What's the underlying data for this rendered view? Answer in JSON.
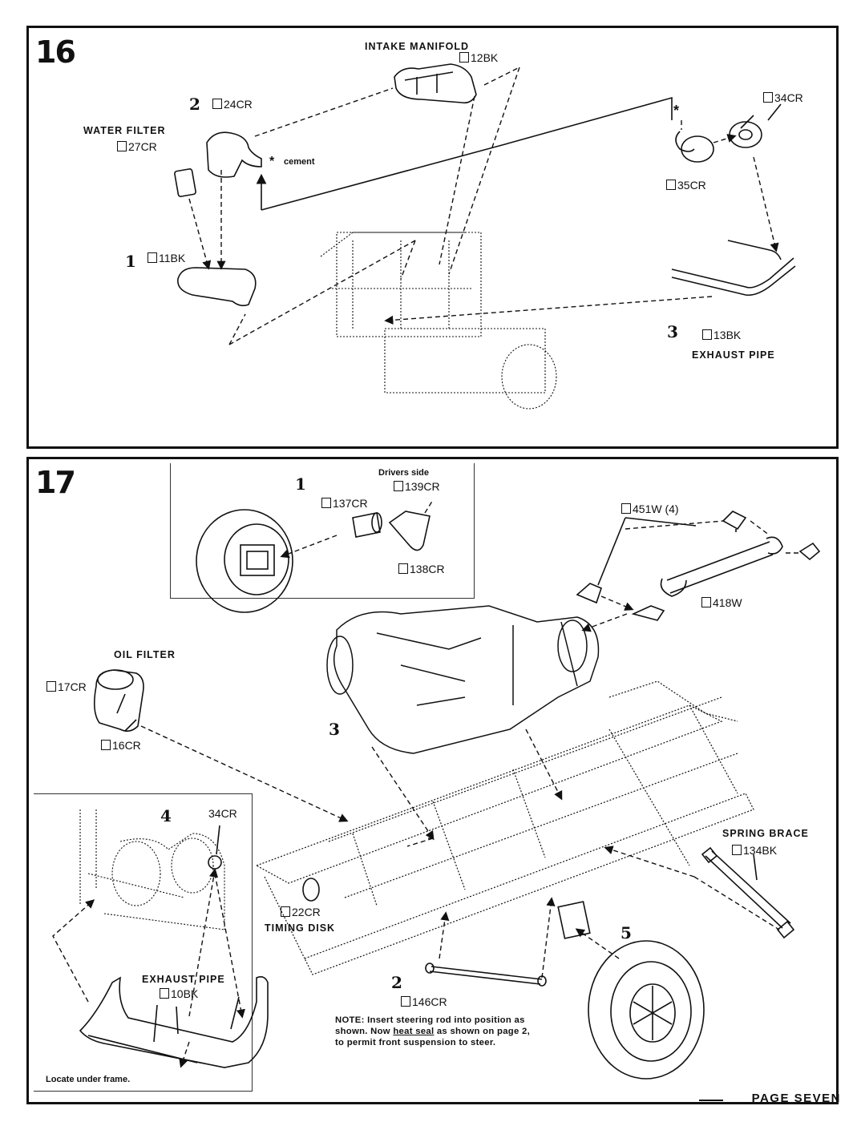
{
  "page_footer": "PAGE SEVEN",
  "step16": {
    "number": "16",
    "labels": {
      "intake_manifold": "INTAKE MANIFOLD",
      "water_filter": "WATER FILTER",
      "exhaust_pipe": "EXHAUST PIPE",
      "cement": "cement",
      "asterisk": "*"
    },
    "parts": {
      "p12": "12BK",
      "p24": "24CR",
      "p27": "27CR",
      "p11": "11BK",
      "p34": "34CR",
      "p35": "35CR",
      "p13": "13BK"
    },
    "seq": {
      "s1": "1",
      "s2": "2",
      "s3": "3"
    }
  },
  "step17": {
    "number": "17",
    "labels": {
      "drivers_side": "Drivers side",
      "oil_filter": "OIL FILTER",
      "timing_disk": "TIMING DISK",
      "spring_brace": "SPRING BRACE",
      "exhaust_pipe": "EXHAUST PIPE",
      "locate": "Locate under frame."
    },
    "parts": {
      "p139": "139CR",
      "p137": "137CR",
      "p138": "138CR",
      "p451": "451W (4)",
      "p418": "418W",
      "p17": "17CR",
      "p16": "16CR",
      "p34": "34CR",
      "p22": "22CR",
      "p134": "134BK",
      "p10": "10BK",
      "p146": "146CR"
    },
    "seq": {
      "s1": "1",
      "s2": "2",
      "s3": "3",
      "s4": "4",
      "s5": "5"
    },
    "note": {
      "a": "NOTE: Insert steering rod into position as shown. Now ",
      "b": "heat seal",
      "c": " as shown on page 2, to permit front suspension to steer."
    }
  }
}
